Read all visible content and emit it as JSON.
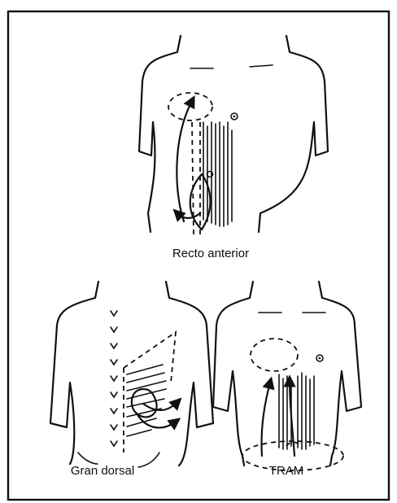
{
  "panels": [
    {
      "id": "recto-anterior",
      "caption": "Recto anterior"
    },
    {
      "id": "gran-dorsal",
      "caption": "Gran dorsal"
    },
    {
      "id": "tram",
      "caption": "TRAM"
    }
  ],
  "ink_color": "#111111",
  "paper_color": "#ffffff"
}
